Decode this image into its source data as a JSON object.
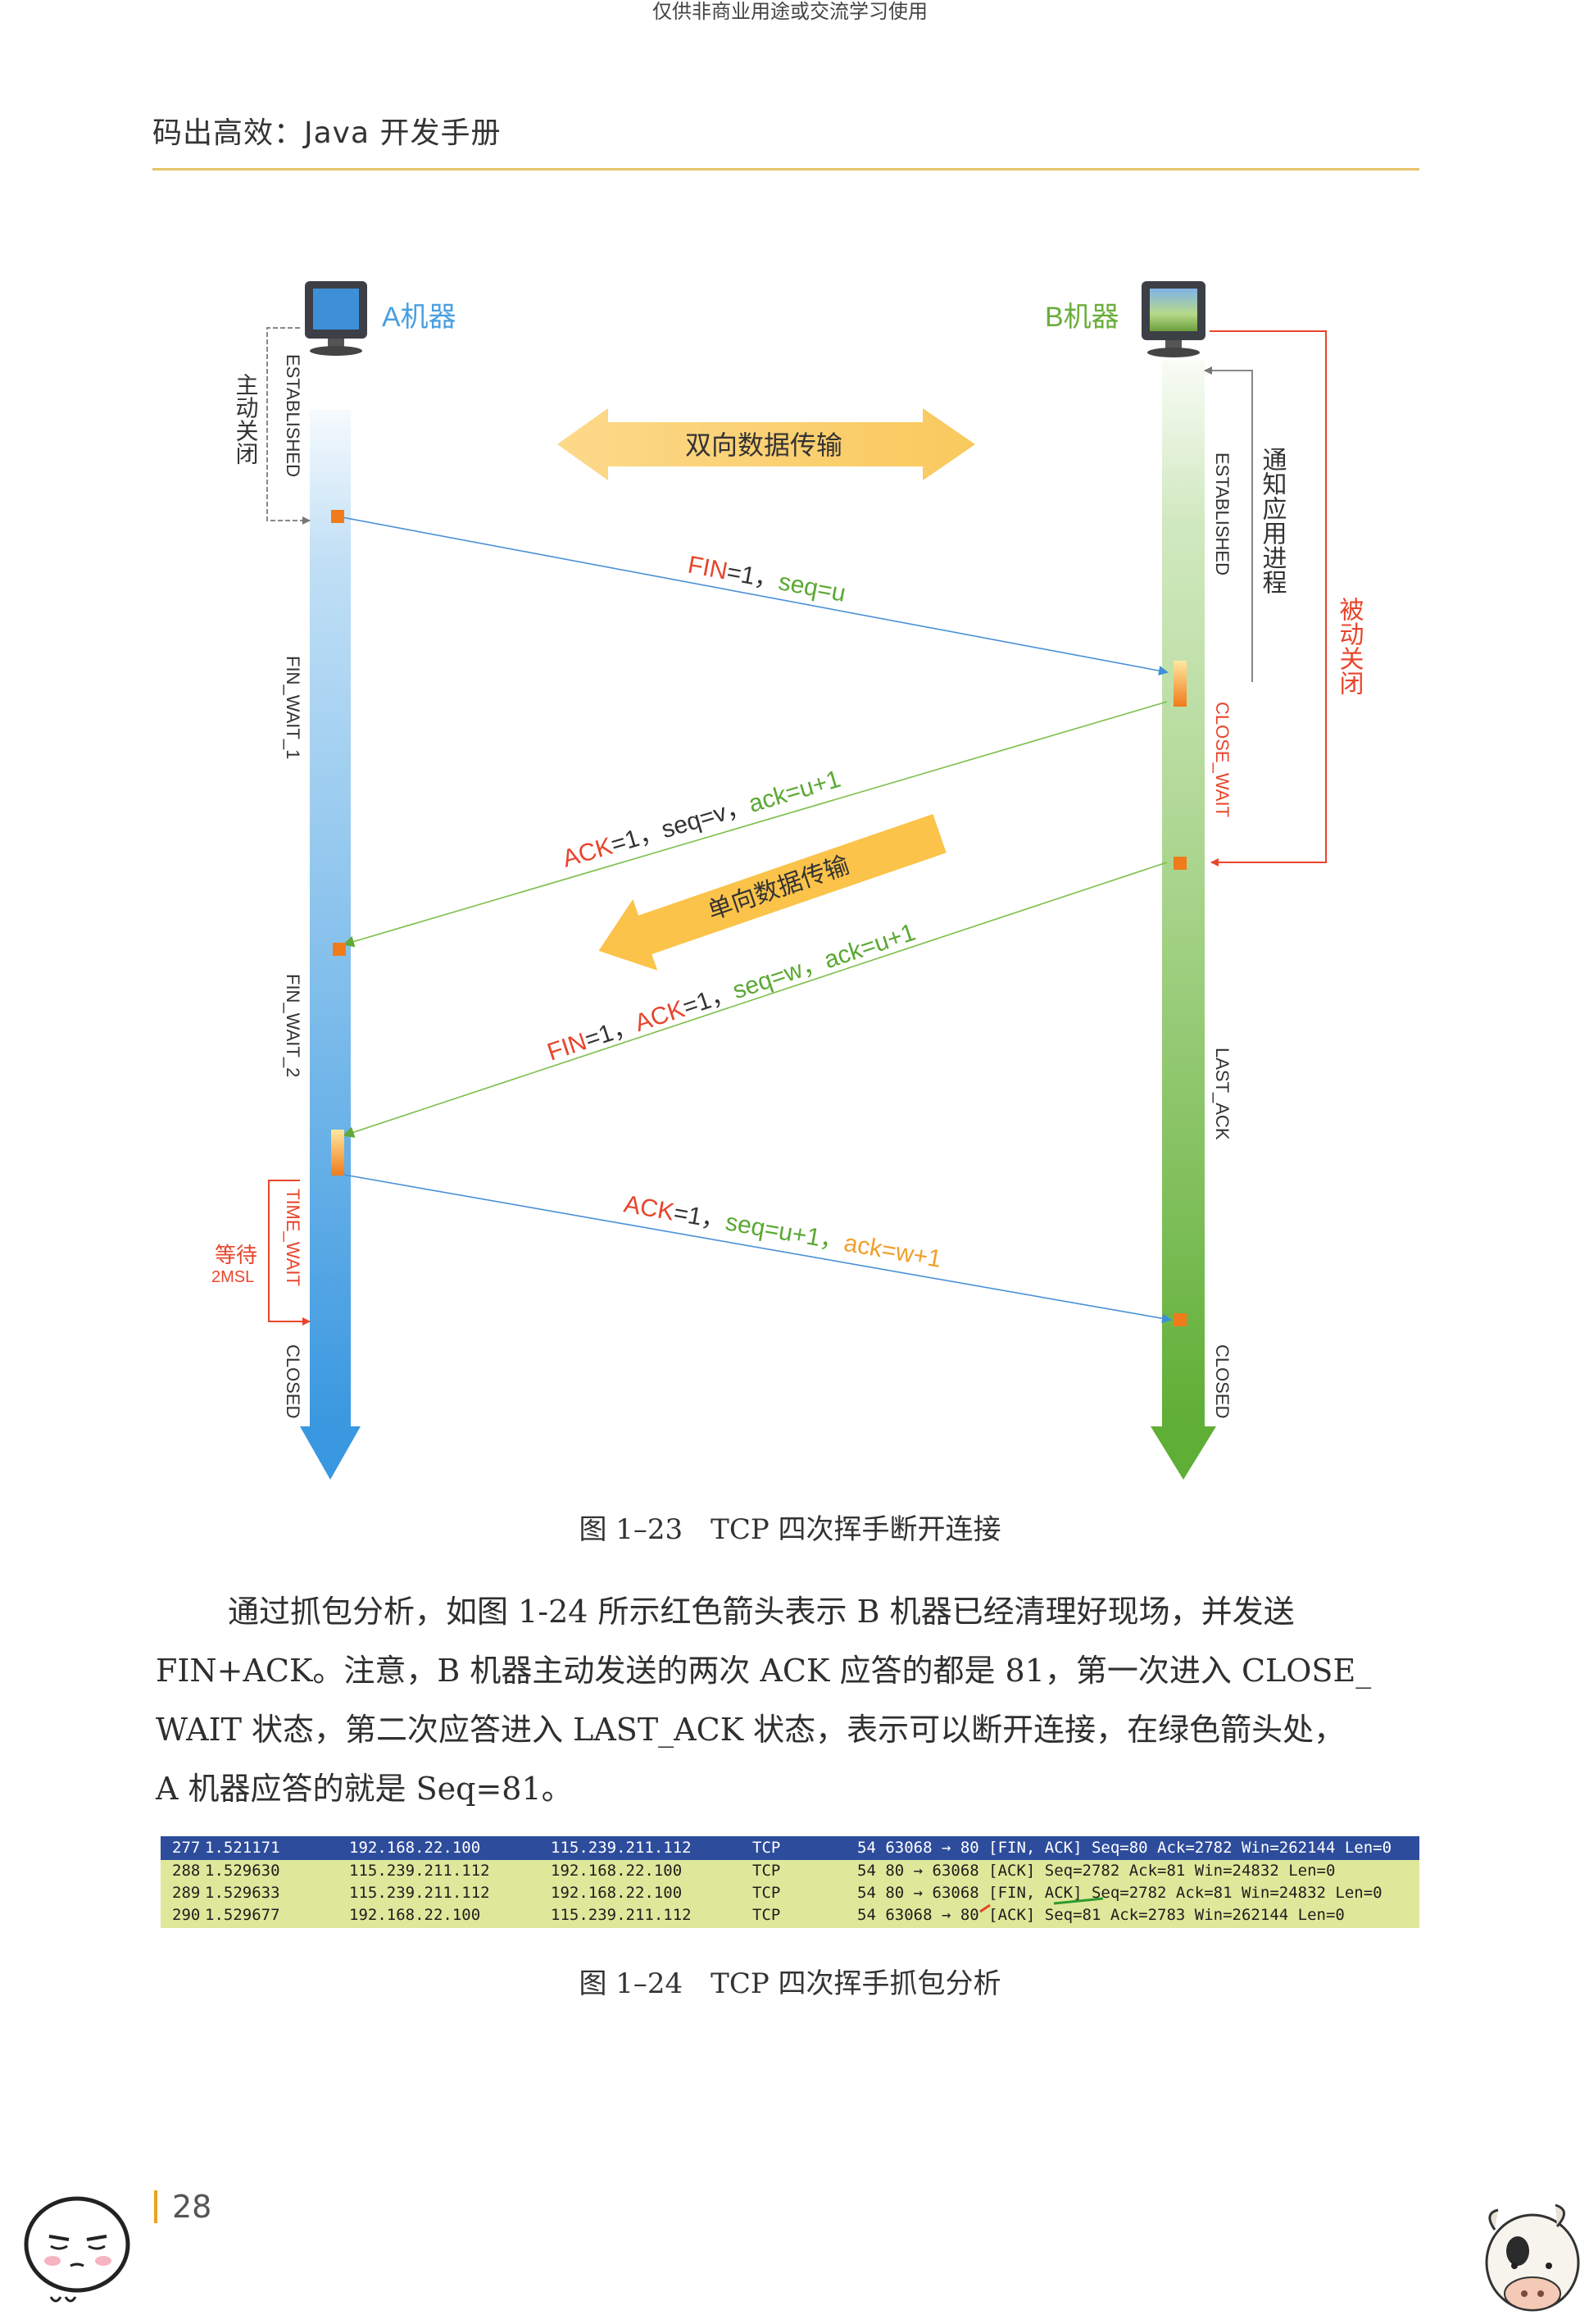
{
  "watermark": "仅供非商业用途或交流学习使用",
  "running_head": "码出高效：Java 开发手册",
  "diagram": {
    "machine_a": "A机器",
    "machine_b": "B机器",
    "a_states": [
      "ESTABLISHED",
      "FIN_WAIT_1",
      "FIN_WAIT_2",
      "TIME_WAIT",
      "CLOSED"
    ],
    "b_states": [
      "ESTABLISHED",
      "CLOSE_WAIT",
      "LAST_ACK",
      "CLOSED"
    ],
    "a_side_note_close": "主动关闭",
    "a_side_note_wait": [
      "等待",
      "2MSL"
    ],
    "b_side_note_notify": "通知应用进程",
    "b_side_note_passive": "被动关闭",
    "bidirectional": "双向数据传输",
    "unidirectional": "单向数据传输",
    "msg1": {
      "a": "FIN",
      "b": "=1，",
      "c": "seq=u"
    },
    "msg2": {
      "a": "ACK",
      "b": "=1，seq=v，",
      "c": "ack=u+1"
    },
    "msg3": {
      "a": "FIN",
      "b": "=1，",
      "c": "ACK",
      "d": "=1，",
      "e": "seq=w，ack=u+1"
    },
    "msg4": {
      "a": "ACK",
      "b": "=1，",
      "c": "seq=u+1，",
      "d": "ack=w+1"
    },
    "colors": {
      "a_line": "#4aa3e3",
      "b_line": "#6db33f",
      "red": "#e8452c",
      "green": "#5aa832",
      "orange": "#f0a02a",
      "arrow_fill": "#fbd87a"
    }
  },
  "caption1": "图 1–23　TCP 四次挥手断开连接",
  "paragraph": [
    "通过抓包分析，如图 1-24 所示红色箭头表示 B 机器已经清理好现场，并发送",
    "FIN+ACK。注意，B 机器主动发送的两次 ACK 应答的都是 81，第一次进入 CLOSE_",
    "WAIT 状态，第二次应答进入 LAST_ACK 状态，表示可以断开连接，在绿色箭头处，",
    "A 机器应答的就是 Seq=81。"
  ],
  "capture_rows": [
    {
      "no": "277",
      "time": "1.521171",
      "src": "192.168.22.100",
      "dst": "115.239.211.112",
      "proto": "TCP",
      "info": "54 63068 → 80 [FIN, ACK] Seq=80 Ack=2782 Win=262144 Len=0"
    },
    {
      "no": "288",
      "time": "1.529630",
      "src": "115.239.211.112",
      "dst": "192.168.22.100",
      "proto": "TCP",
      "info": "54 80 → 63068 [ACK] Seq=2782 Ack=81 Win=24832 Len=0"
    },
    {
      "no": "289",
      "time": "1.529633",
      "src": "115.239.211.112",
      "dst": "192.168.22.100",
      "proto": "TCP",
      "info": "54 80 → 63068 [FIN, ACK] Seq=2782 Ack=81 Win=24832 Len=0"
    },
    {
      "no": "290",
      "time": "1.529677",
      "src": "192.168.22.100",
      "dst": "115.239.211.112",
      "proto": "TCP",
      "info": "54 63068 → 80 [ACK] Seq=81 Ack=2783 Win=262144 Len=0"
    }
  ],
  "caption2": "图 1–24　TCP 四次挥手抓包分析",
  "page_number": "28"
}
